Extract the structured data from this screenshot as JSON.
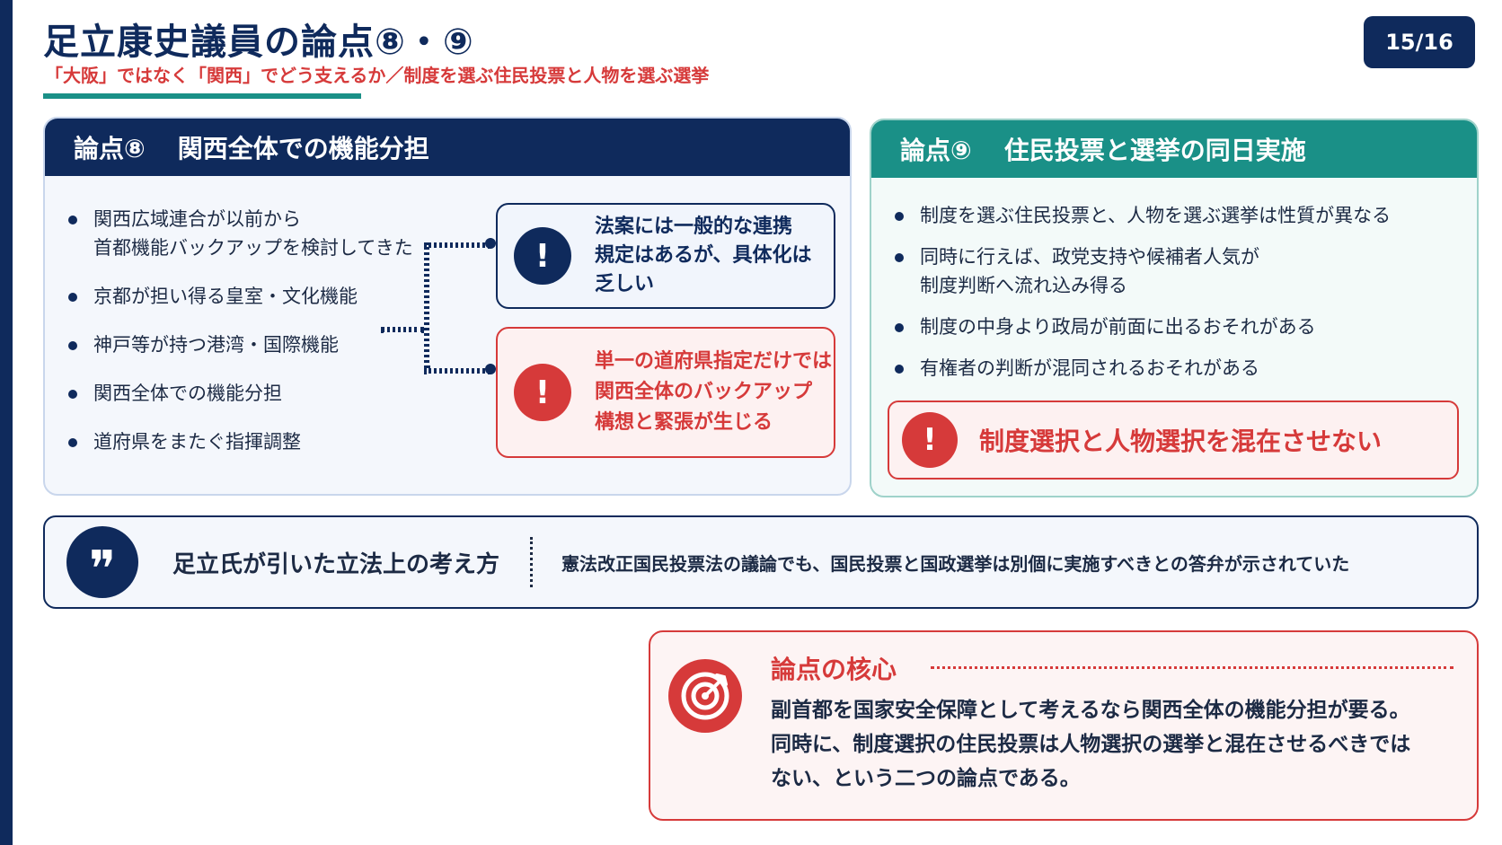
{
  "header": {
    "title": "足立康史議員の論点⑧・⑨",
    "subtitle": "「大阪」ではなく「関西」でどう支えるか／制度を選ぶ住民投票と人物を選ぶ選挙",
    "page": "15/16"
  },
  "card8": {
    "num": "論点⑧",
    "title": "関西全体での機能分担",
    "bullets": [
      [
        "関西広域連合が以前から",
        "首都機能バックアップを検討してきた"
      ],
      [
        "京都が担い得る皇室・文化機能"
      ],
      [
        "神戸等が持つ港湾・国際機能"
      ],
      [
        "関西全体での機能分担"
      ],
      [
        "道府県をまたぐ指揮調整"
      ]
    ],
    "callout_blue": {
      "icon": "!",
      "lines": [
        "法案には一般的な連携",
        "規定はあるが、具体化は",
        "乏しい"
      ]
    },
    "callout_red": {
      "icon": "!",
      "lines": [
        "単一の道府県指定だけでは",
        "関西全体のバックアップ",
        "構想と緊張が生じる"
      ]
    }
  },
  "card9": {
    "num": "論点⑨",
    "title": "住民投票と選挙の同日実施",
    "bullets": [
      [
        "制度を選ぶ住民投票と、人物を選ぶ選挙は性質が異なる"
      ],
      [
        "同時に行えば、政党支持や候補者人気が",
        "制度判断へ流れ込み得る"
      ],
      [
        "制度の中身より政局が前面に出るおそれがある"
      ],
      [
        "有権者の判断が混同されるおそれがある"
      ]
    ],
    "callout": {
      "icon": "!",
      "text": "制度選択と人物選択を混在させない"
    }
  },
  "quote": {
    "icon": "❞",
    "title": "足立氏が引いた立法上の考え方",
    "text": "憲法改正国民投票法の議論でも、国民投票と国政選挙は別個に実施すべきとの答弁が示されていた"
  },
  "core": {
    "title": "論点の核心",
    "lines": [
      "副首都を国家安全保障として考えるなら関西全体の機能分担が要る。",
      "同時に、制度選択の住民投票は人物選択の選挙と混在させるべきでは",
      "ない、という二つの論点である。"
    ]
  },
  "colors": {
    "navy": "#0f2a5c",
    "teal": "#1a9087",
    "red": "#d63a3a"
  }
}
